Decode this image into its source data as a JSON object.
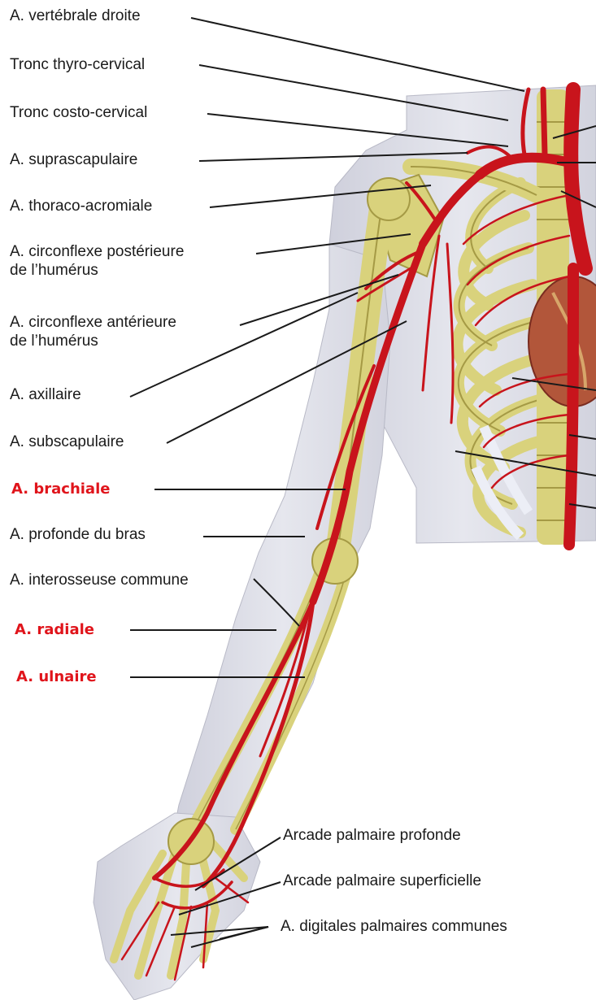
{
  "labels": {
    "vertebrale": "A. vertébrale droite",
    "thyro": "Tronc thyro-cervical",
    "costo": "Tronc costo-cervical",
    "suprascap": "A. suprascapulaire",
    "thoraco": "A. thoraco-acromiale",
    "circ_post_1": "A. circonflexe postérieure",
    "circ_post_2": "de l’humérus",
    "circ_ant_1": "A. circonflexe antérieure",
    "circ_ant_2": "de l’humérus",
    "axillaire": "A. axillaire",
    "subscap": "A. subscapulaire",
    "brachiale": "A. brachiale",
    "profonde": "A. profonde du bras",
    "interosseuse": "A. interosseuse commune",
    "radiale": "A. radiale",
    "ulnaire": "A. ulnaire",
    "arcade_prof": "Arcade palmaire profonde",
    "arcade_sup": "Arcade palmaire superficielle",
    "digitales": "A. digitales palmaires communes"
  },
  "colors": {
    "artery": "#c8141c",
    "bone": "#dfd98a",
    "bone_shadow": "#9a9040",
    "skin": "#dcdde6",
    "highlight_text": "#e0141b",
    "leader_line": "#1a1a1a"
  }
}
